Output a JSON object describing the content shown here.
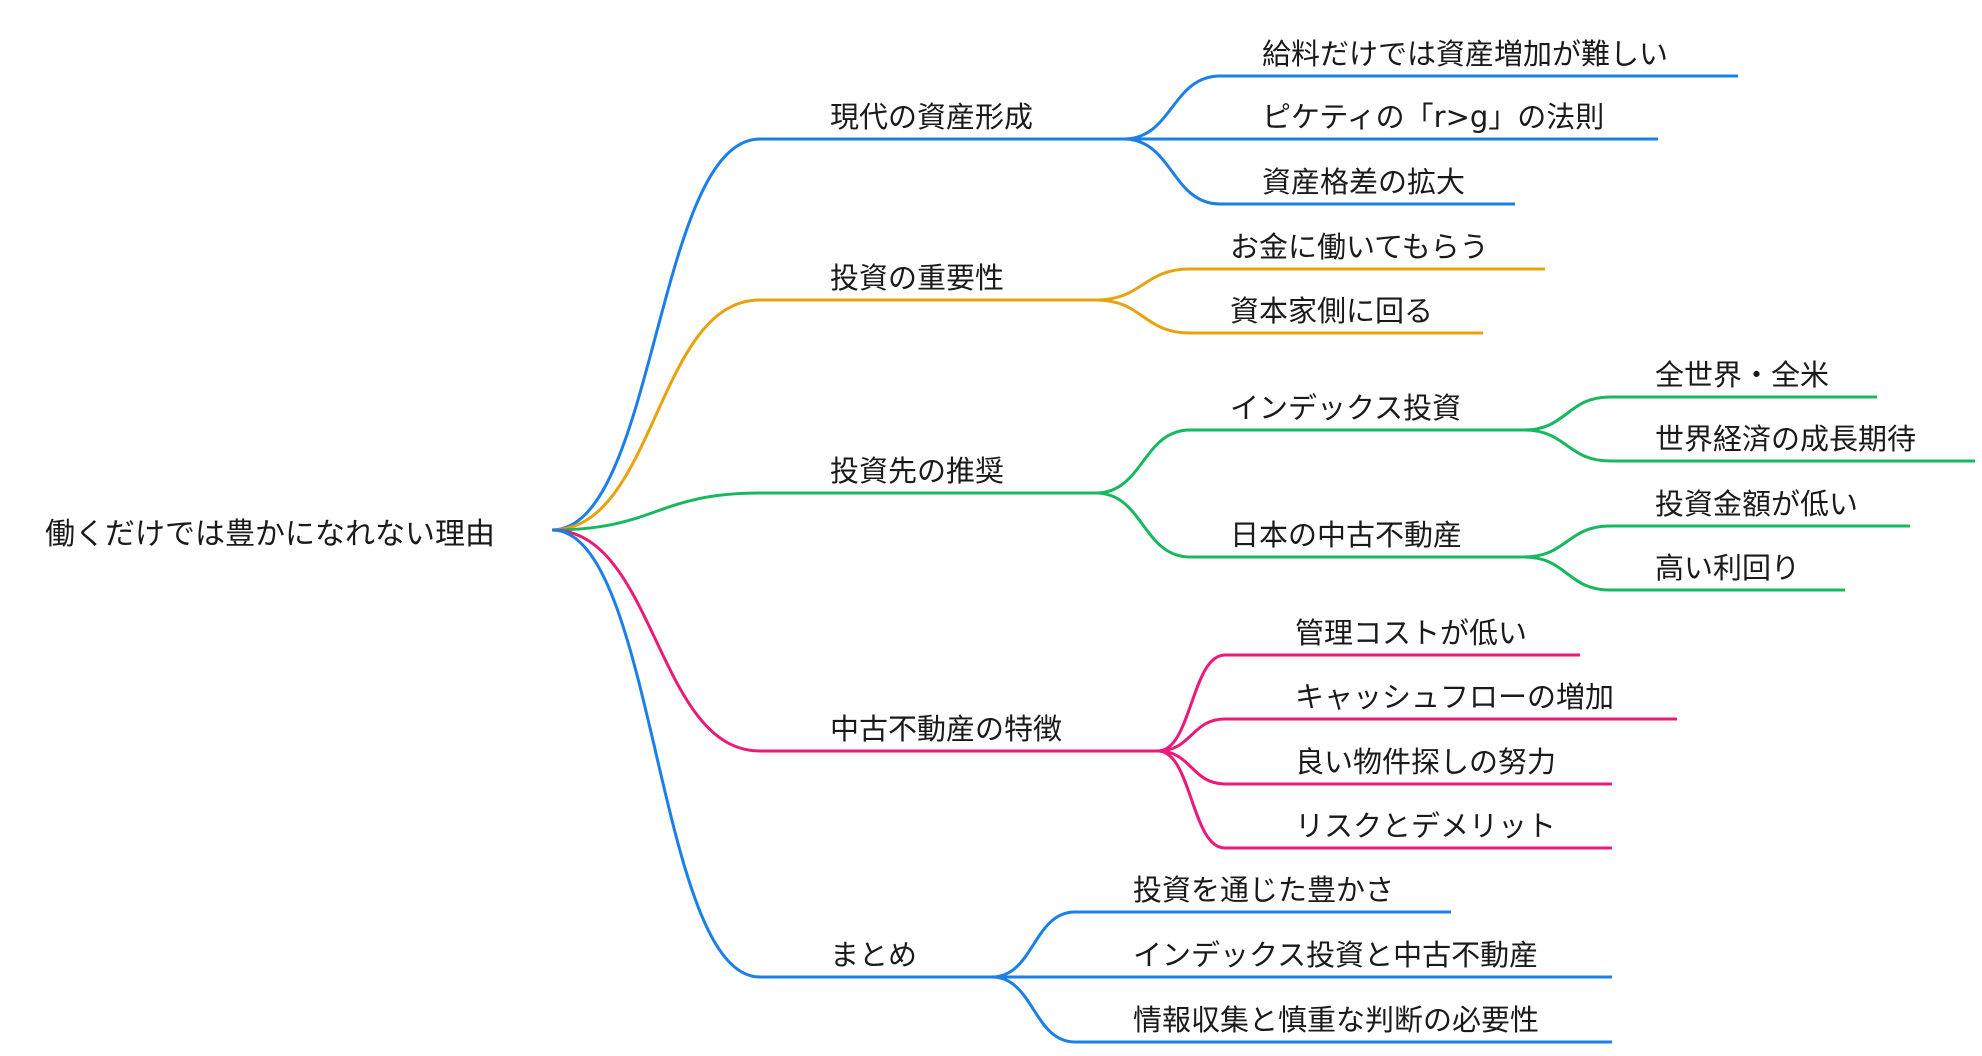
{
  "root": {
    "label": "働くだけでは豊かになれない理由"
  },
  "colors": {
    "blue": "#1a7fe6",
    "orange": "#e8a20c",
    "green": "#18b860",
    "pink": "#ea1a78"
  },
  "branches": [
    {
      "label": "現代の資産形成",
      "color": "blue",
      "children": [
        {
          "label": "給料だけでは資産増加が難しい"
        },
        {
          "label": "ピケティの「r>g」の法則"
        },
        {
          "label": "資産格差の拡大"
        }
      ]
    },
    {
      "label": "投資の重要性",
      "color": "orange",
      "children": [
        {
          "label": "お金に働いてもらう"
        },
        {
          "label": "資本家側に回る"
        }
      ]
    },
    {
      "label": "投資先の推奨",
      "color": "green",
      "children": [
        {
          "label": "インデックス投資",
          "children": [
            {
              "label": "全世界・全米"
            },
            {
              "label": "世界経済の成長期待"
            }
          ]
        },
        {
          "label": "日本の中古不動産",
          "children": [
            {
              "label": "投資金額が低い"
            },
            {
              "label": "高い利回り"
            }
          ]
        }
      ]
    },
    {
      "label": "中古不動産の特徴",
      "color": "pink",
      "children": [
        {
          "label": "管理コストが低い"
        },
        {
          "label": "キャッシュフローの増加"
        },
        {
          "label": "良い物件探しの努力"
        },
        {
          "label": "リスクとデメリット"
        }
      ]
    },
    {
      "label": "まとめ",
      "color": "blue",
      "children": [
        {
          "label": "投資を通じた豊かさ"
        },
        {
          "label": "インデックス投資と中古不動産"
        },
        {
          "label": "情報収集と慎重な判断の必要性"
        }
      ]
    }
  ]
}
